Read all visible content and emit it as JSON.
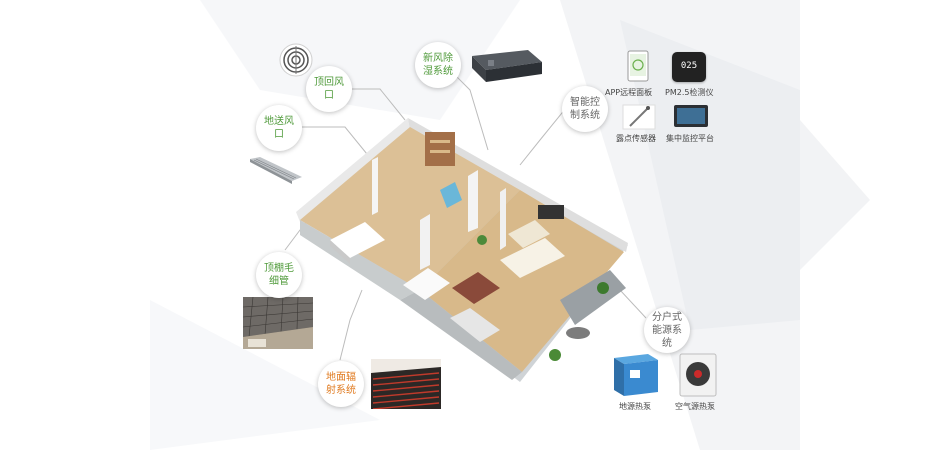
{
  "labels": {
    "ceiling_return": "顶回风口",
    "fresh_air": "新风除湿系统",
    "floor_supply": "地送风口",
    "smart_control": "智能控制系统",
    "capillary": "顶棚毛细管",
    "floor_radiant": "地面辐射系统",
    "household_energy": "分户式能源系统"
  },
  "captions": {
    "app_panel": "APP远程面板",
    "pm25": "PM2.5检测仪",
    "dew_sensor": "露点传感器",
    "central_platform": "集中监控平台",
    "ground_pump": "地源热泵",
    "air_pump": "空气源热泵"
  },
  "devices": {
    "pm25_reading": "025"
  },
  "colors": {
    "green_label": "#4f9a3a",
    "orange_label": "#e07a1f",
    "leader_line": "#b9b9b9",
    "floor_wood": "#d9b98a"
  }
}
